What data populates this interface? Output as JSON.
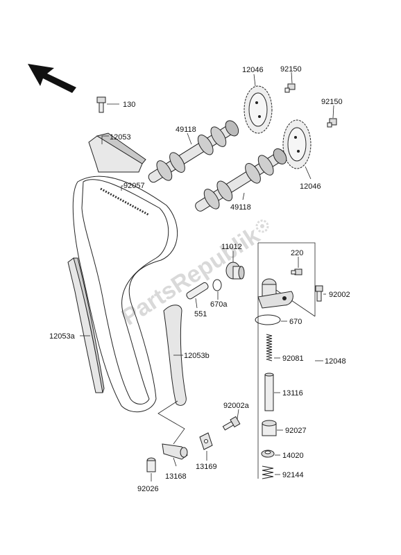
{
  "watermark": "PartsRepublik",
  "callouts": {
    "p130": "130",
    "p12053": "12053",
    "p92057": "92057",
    "p49118_top": "49118",
    "p12046_top": "12046",
    "p92150_a": "92150",
    "p92150_b": "92150",
    "p12046_bot": "12046",
    "p49118_bot": "49118",
    "p11012": "11012",
    "p220": "220",
    "p670a": "670a",
    "p551": "551",
    "p92002": "92002",
    "p670": "670",
    "p12053a": "12053a",
    "p12053b": "12053b",
    "p92081": "92081",
    "p12048": "12048",
    "p13116": "13116",
    "p92002a": "92002a",
    "p92027": "92027",
    "p14020": "14020",
    "p92144": "92144",
    "p13169": "13169",
    "p13168": "13168",
    "p92026": "92026"
  },
  "icons": {
    "direction_arrow": "front-direction-arrow-icon",
    "gear_logo": "gear-logo-icon"
  }
}
